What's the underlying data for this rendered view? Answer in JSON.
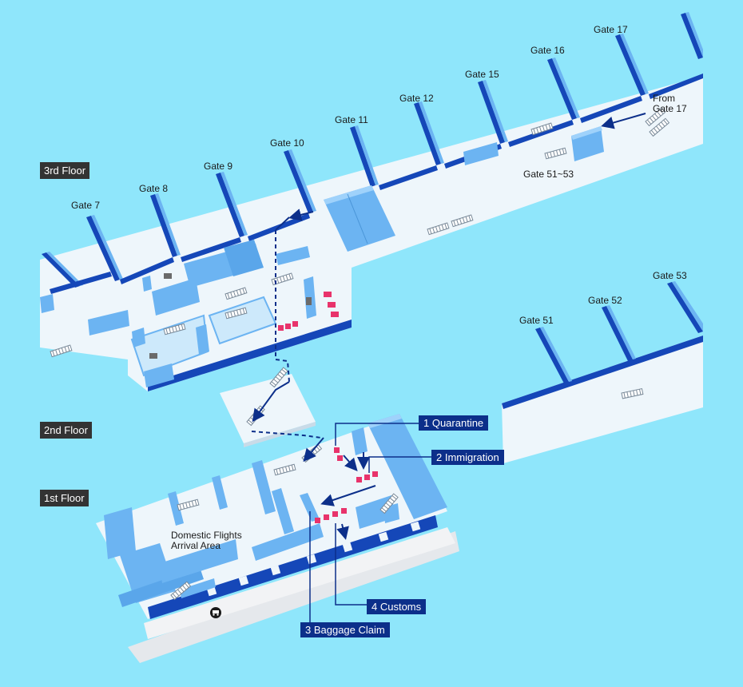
{
  "floors": {
    "third": "3rd Floor",
    "second": "2nd Floor",
    "first": "1st Floor"
  },
  "gates": {
    "g7": "Gate 7",
    "g8": "Gate 8",
    "g9": "Gate 9",
    "g10": "Gate 10",
    "g11": "Gate 11",
    "g12": "Gate 12",
    "g15": "Gate 15",
    "g16": "Gate 16",
    "g17": "Gate 17",
    "g51_53": "Gate 51~53",
    "g51": "Gate 51",
    "g52": "Gate 52",
    "g53": "Gate 53"
  },
  "from_gate": {
    "line1": "From",
    "line2": "Gate 17"
  },
  "areas": {
    "domestic_line1": "Domestic Flights",
    "domestic_line2": "Arrival Area"
  },
  "steps": {
    "s1": "1 Quarantine",
    "s2": "2 Immigration",
    "s3": "3 Baggage Claim",
    "s4": "4 Customs"
  },
  "icons": {
    "taxi": "taxi-icon",
    "escalator": "escalator-icon",
    "route_arrow": "route-arrow-icon"
  },
  "colors": {
    "background": "#8fe6fb",
    "floor": "#eef6fb",
    "wall_dark": "#1547b8",
    "block": "#6cb4f2",
    "block_top": "#9fd2fb",
    "route": "#0c2f8a",
    "checkpoint": "#e8336b",
    "floor_tag": "#333333"
  }
}
